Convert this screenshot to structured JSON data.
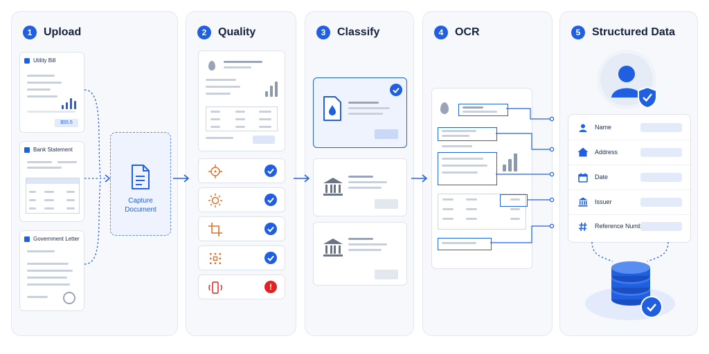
{
  "steps": [
    {
      "number": "1",
      "title": "Upload"
    },
    {
      "number": "2",
      "title": "Quality"
    },
    {
      "number": "3",
      "title": "Classify"
    },
    {
      "number": "4",
      "title": "OCR"
    },
    {
      "number": "5",
      "title": "Structured Data"
    }
  ],
  "upload": {
    "docs": [
      {
        "label": "Utility Bill",
        "amount": "$55.5"
      },
      {
        "label": "Bank Statement"
      },
      {
        "label": "Government Letter"
      }
    ],
    "capture": {
      "line1": "Capture",
      "line2": "Document"
    }
  },
  "quality": {
    "checks": [
      {
        "icon": "focus-icon",
        "status": "ok"
      },
      {
        "icon": "brightness-icon",
        "status": "ok"
      },
      {
        "icon": "crop-icon",
        "status": "ok"
      },
      {
        "icon": "resolution-icon",
        "status": "ok"
      },
      {
        "icon": "shake-icon",
        "status": "error"
      }
    ]
  },
  "structured": {
    "fields": [
      {
        "label": "Name",
        "icon": "person-icon"
      },
      {
        "label": "Address",
        "icon": "home-icon"
      },
      {
        "label": "Date",
        "icon": "calendar-icon"
      },
      {
        "label": "Issuer",
        "icon": "bank-icon"
      },
      {
        "label": "Reference Number",
        "icon": "hash-icon"
      }
    ]
  },
  "colors": {
    "accent": "#1f5fe0",
    "error": "#e02424",
    "panel": "#f7f8fb"
  }
}
